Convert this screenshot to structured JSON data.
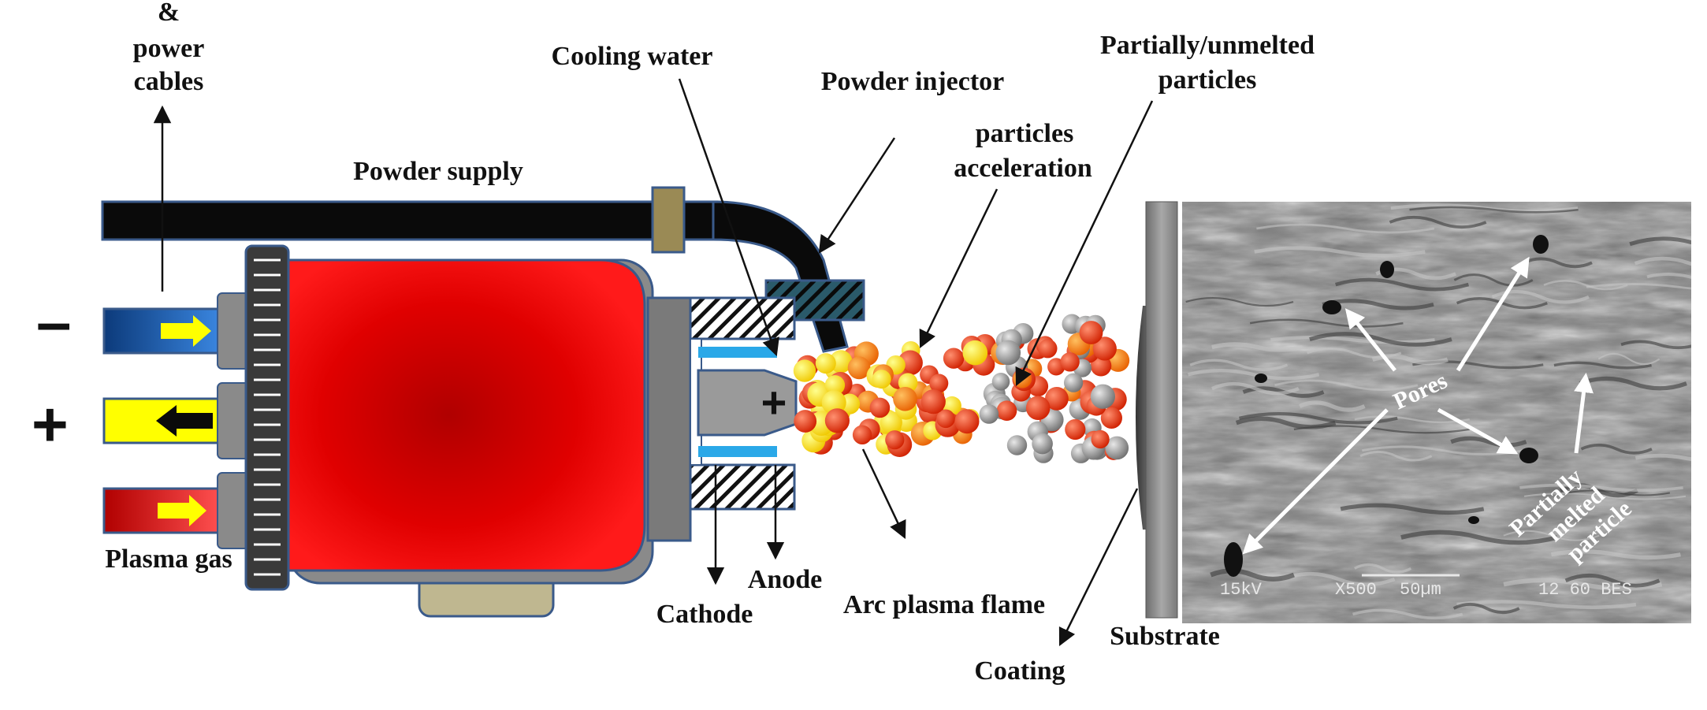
{
  "labels": {
    "power_cables_amp": "&",
    "power_cables_line1": "power",
    "power_cables_line2": "cables",
    "cooling_water": "Cooling water",
    "powder_injector": "Powder injector",
    "partially_unmelted_line1": "Partially/unmelted",
    "partially_unmelted_line2": "particles",
    "particles_accel_line1": "particles",
    "particles_accel_line2": "acceleration",
    "powder_supply": "Powder supply",
    "plasma_gas": "Plasma gas",
    "cathode": "Cathode",
    "anode": "Anode",
    "arc_plasma_flame": "Arc plasma flame",
    "substrate": "Substrate",
    "coating": "Coating"
  },
  "symbols": {
    "minus": "–",
    "plus": "+",
    "anode_plus": "+"
  },
  "sem_image": {
    "pores": "Pores",
    "partially_melted_line1": "Partially",
    "partially_melted_line2": "melted",
    "partially_melted_line3": "particle",
    "voltage": "15kV",
    "magnification": "X500",
    "scale": "50µm",
    "info": "12 60 BES"
  },
  "colors": {
    "torch_body": "#e00000",
    "powder_line": "#000000",
    "gas_blue": "#1c5aa8",
    "gas_yellow": "#ffff00",
    "gas_red": "#cc0000",
    "particle_red": "#e83010",
    "particle_yellow": "#ffe600",
    "particle_gray": "#9a9a9a"
  }
}
